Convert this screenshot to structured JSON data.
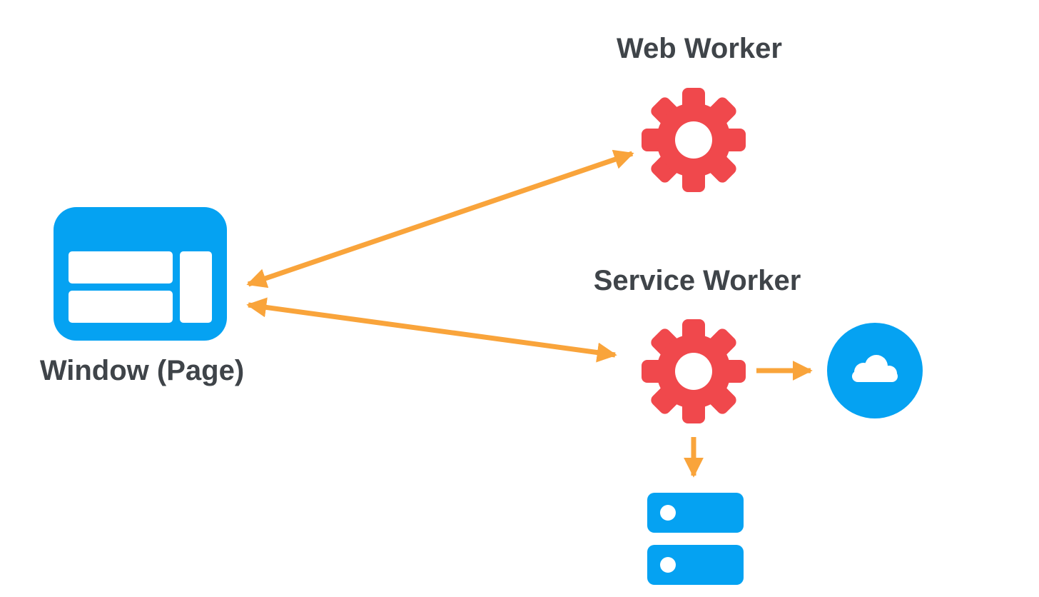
{
  "colors": {
    "blue": "#05A2F2",
    "red": "#F0484C",
    "orange": "#F9A43B",
    "text": "#3F4449",
    "white": "#FFFFFF"
  },
  "nodes": {
    "web_worker": {
      "label": "Web Worker",
      "icon": "gear-icon"
    },
    "service_worker": {
      "label": "Service Worker",
      "icon": "gear-icon"
    },
    "window_page": {
      "label": "Window (Page)",
      "icon": "browser-window-icon"
    },
    "network": {
      "icon": "cloud-icon"
    },
    "storage": {
      "icon": "database-icon",
      "rows": 2
    }
  },
  "edges": [
    {
      "from": "window_page",
      "to": "web_worker",
      "direction": "bidirectional"
    },
    {
      "from": "window_page",
      "to": "service_worker",
      "direction": "bidirectional"
    },
    {
      "from": "service_worker",
      "to": "network",
      "direction": "one-way"
    },
    {
      "from": "service_worker",
      "to": "storage",
      "direction": "one-way"
    }
  ]
}
